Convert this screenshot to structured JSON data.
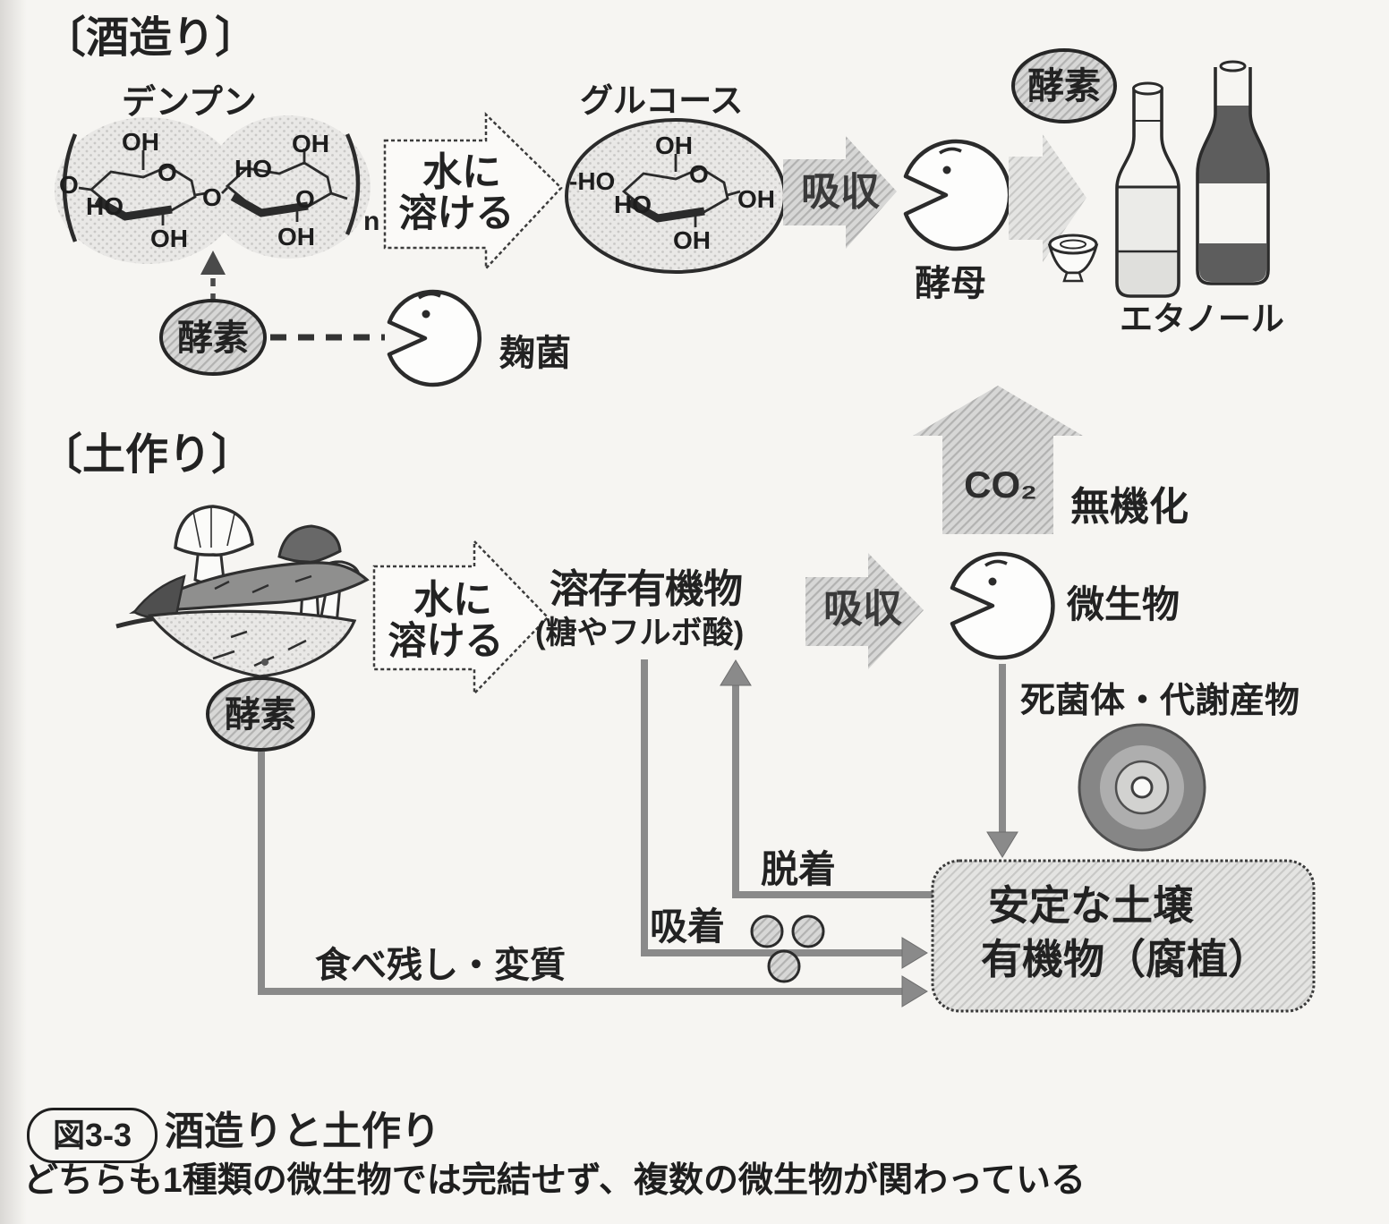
{
  "sake": {
    "heading": "〔酒造り〕",
    "starch_label": "デンプン",
    "glucose_label": "グルコース",
    "dissolve": {
      "line1": "水に",
      "line2": "溶ける"
    },
    "absorb": "吸収",
    "enzyme": "酵素",
    "koji": "麹菌",
    "yeast": "酵母",
    "ethanol": "エタノール",
    "subscript_n": "n"
  },
  "chem": {
    "o": "O",
    "oh": "OH",
    "ho": "HO",
    "ho_dash": "-HO"
  },
  "soil": {
    "heading": "〔土作り〕",
    "enzyme": "酵素",
    "dissolve": {
      "line1": "水に",
      "line2": "溶ける"
    },
    "dom_label": "溶存有機物",
    "dom_sub": "(糖やフルボ酸)",
    "absorb": "吸収",
    "microbe": "微生物",
    "co2": "CO₂",
    "mineralization": "無機化",
    "dead_cells": "死菌体・代謝産物",
    "stable_line1": "安定な土壌",
    "stable_line2": "有機物（腐植）",
    "desorption": "脱着",
    "adsorption": "吸着",
    "leftover": "食べ残し・変質"
  },
  "caption": {
    "fig_no": "図3-3",
    "title": "酒造りと土作り",
    "subtitle": "どちらも1種類の微生物では完結せず、複数の微生物が関わっている"
  },
  "icons": {
    "microbe_shape": "pac-man",
    "enzyme_shape": "hatched-oval-badge",
    "organic_litter": "fallen-leaves-with-mushrooms",
    "ethanol": "sake-bottle-wine-bottle-and-cup",
    "dead_cell": "concentric-circles"
  },
  "colors": {
    "paper": "#f6f5f2",
    "ink": "#242424",
    "hatch_gray": "#cfcfcf",
    "flow_gray": "#8a8a8a",
    "dark_gray": "#5d5d5d"
  }
}
